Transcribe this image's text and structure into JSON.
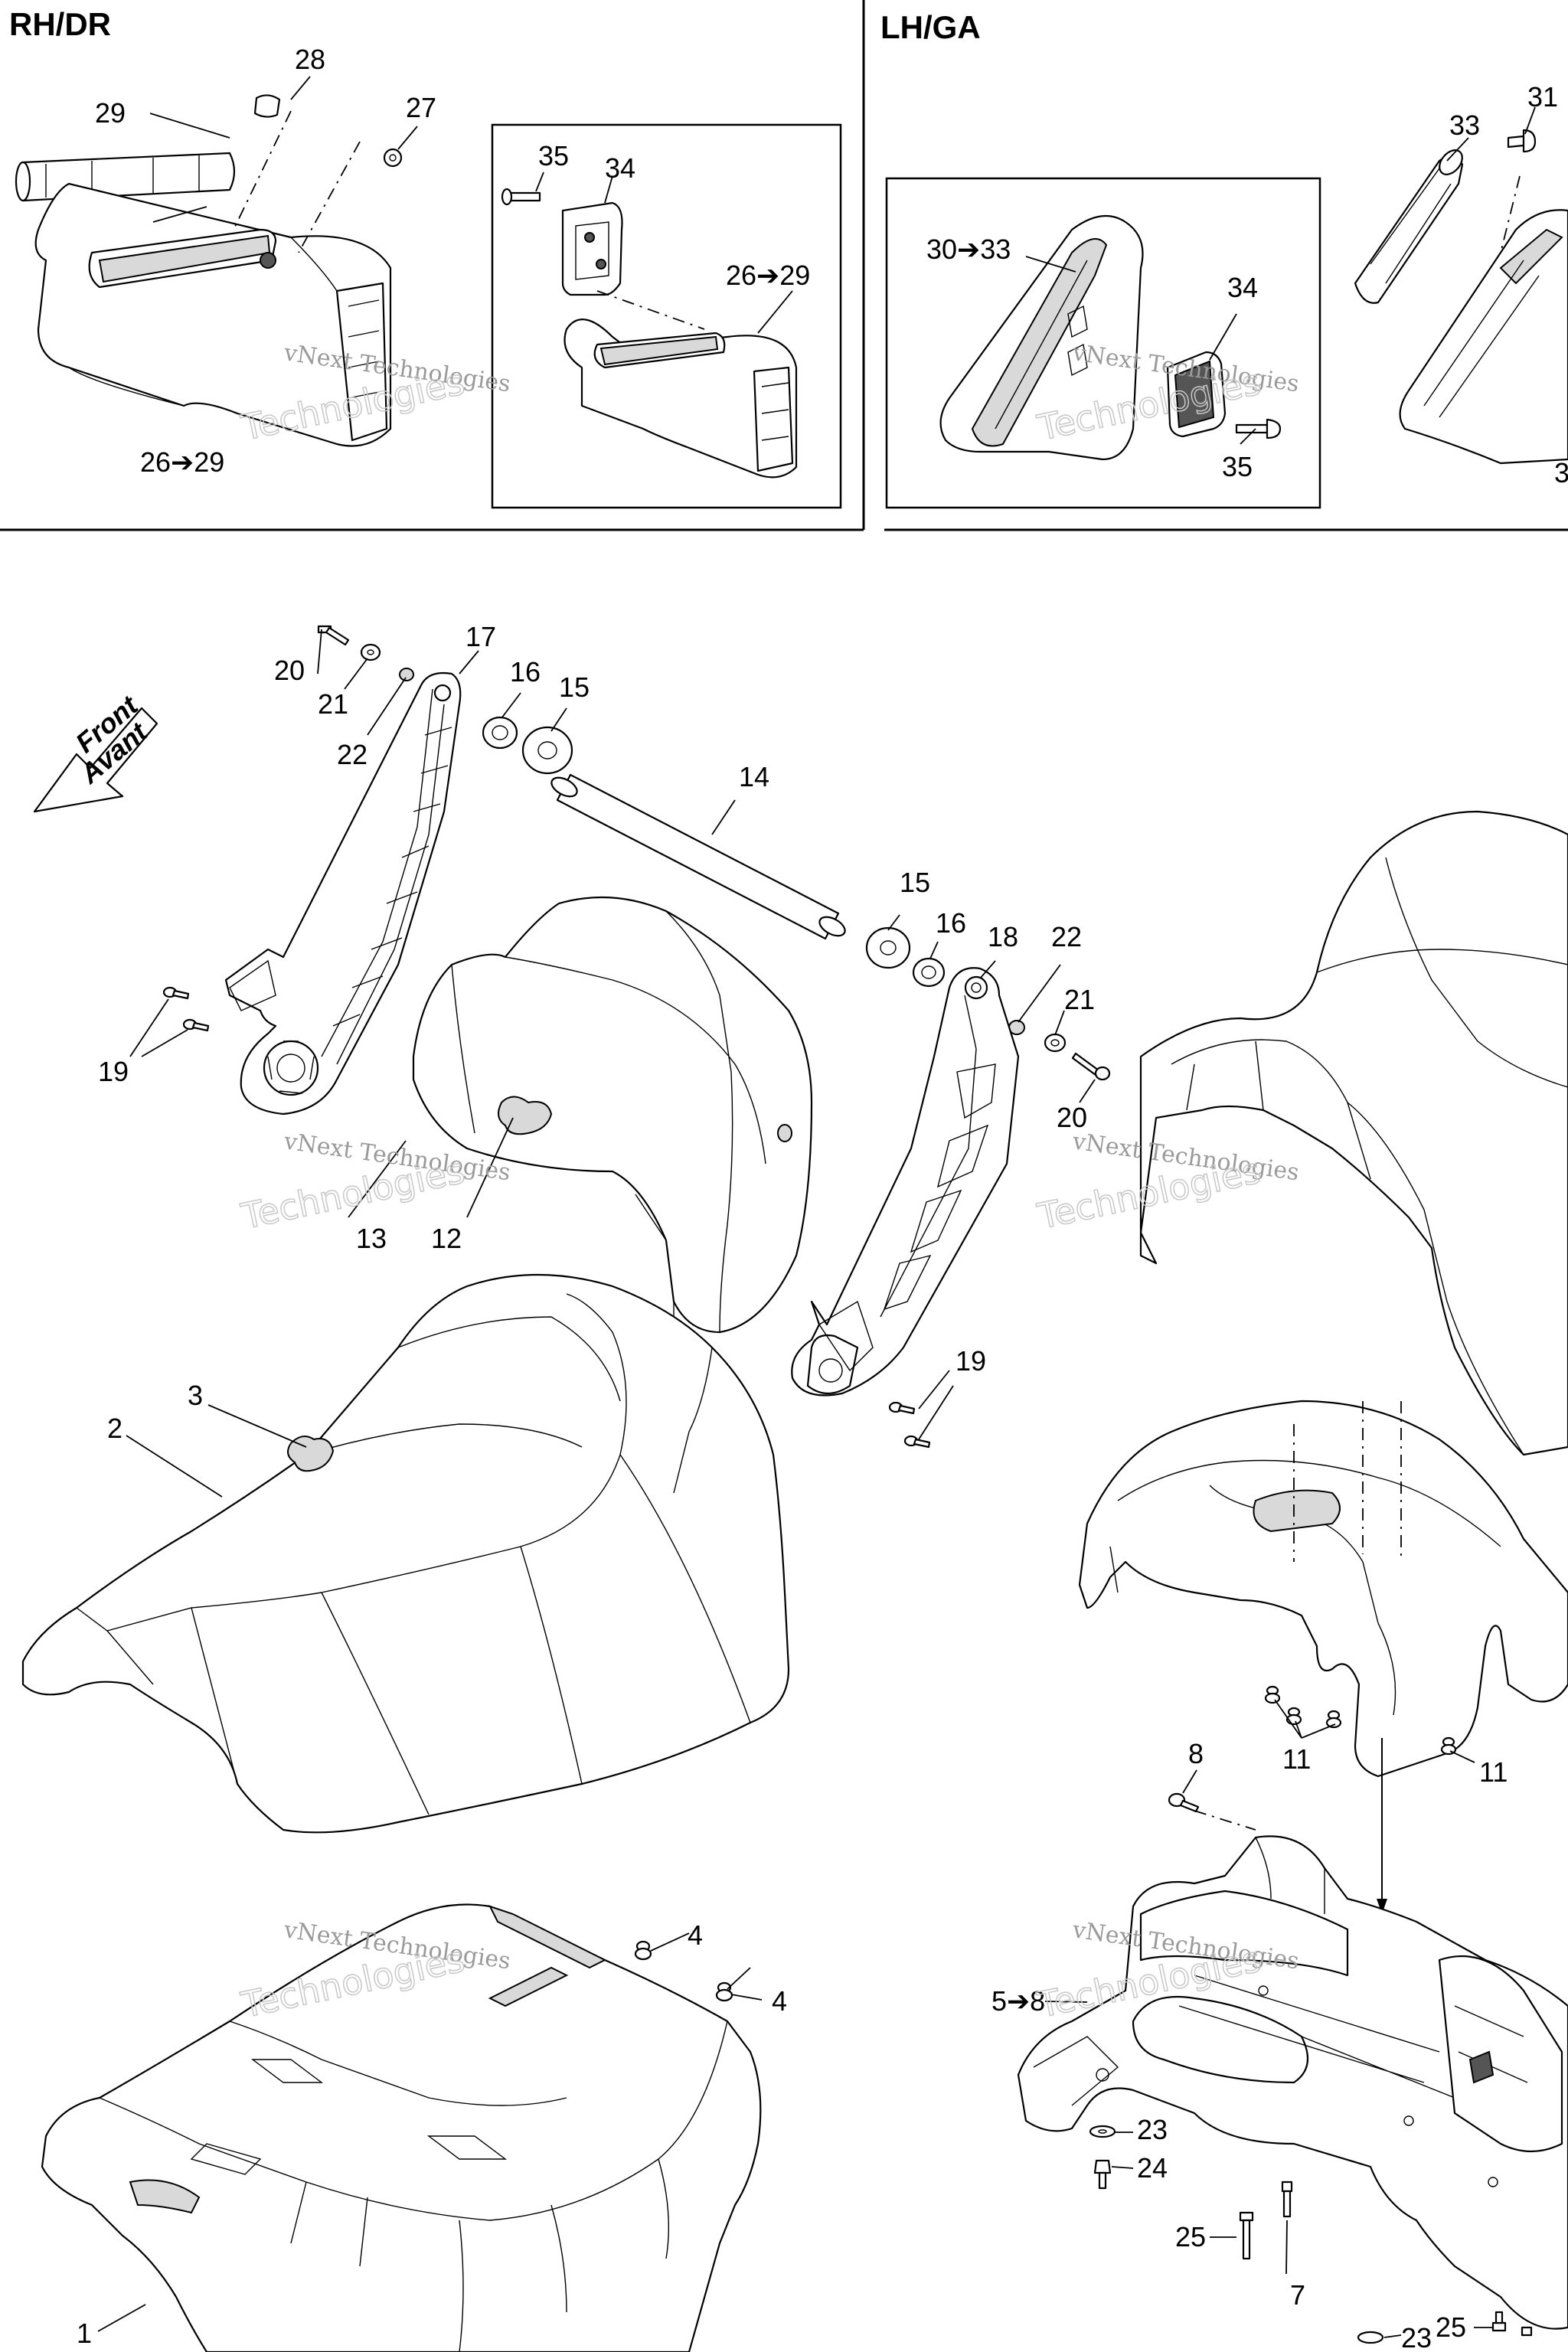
{
  "headers": {
    "rh": "RH/DR",
    "lh": "LH/GA"
  },
  "arrow": {
    "line1": "Front",
    "line2": "Avant"
  },
  "watermark": {
    "line1": "vNext Technologies",
    "line2": "Technologies"
  },
  "callouts": {
    "c29": "29",
    "c28": "28",
    "c27": "27",
    "c26_29_a": "26➔29",
    "c35_a": "35",
    "c34_a": "34",
    "c26_29_b": "26➔29",
    "c33": "33",
    "c31": "31",
    "c30_33": "30➔33",
    "c34_b": "34",
    "c35_b": "35",
    "c3_edge": "3",
    "c17": "17",
    "c20_a": "20",
    "c21_a": "21",
    "c22_a": "22",
    "c16_a": "16",
    "c15_a": "15",
    "c14": "14",
    "c15_b": "15",
    "c16_b": "16",
    "c18": "18",
    "c22_b": "22",
    "c21_b": "21",
    "c20_b": "20",
    "c19_a": "19",
    "c13": "13",
    "c12": "12",
    "c19_b": "19",
    "c3": "3",
    "c2": "2",
    "c11_a": "11",
    "c11_b": "11",
    "c8": "8",
    "c4_a": "4",
    "c4_b": "4",
    "c5_8": "5➔8",
    "c23_a": "23",
    "c24": "24",
    "c25_a": "25",
    "c7": "7",
    "c25_b": "25",
    "c23_b": "23",
    "c1": "1"
  },
  "colors": {
    "line": "#000000",
    "watermark": "#9a9a9a"
  }
}
